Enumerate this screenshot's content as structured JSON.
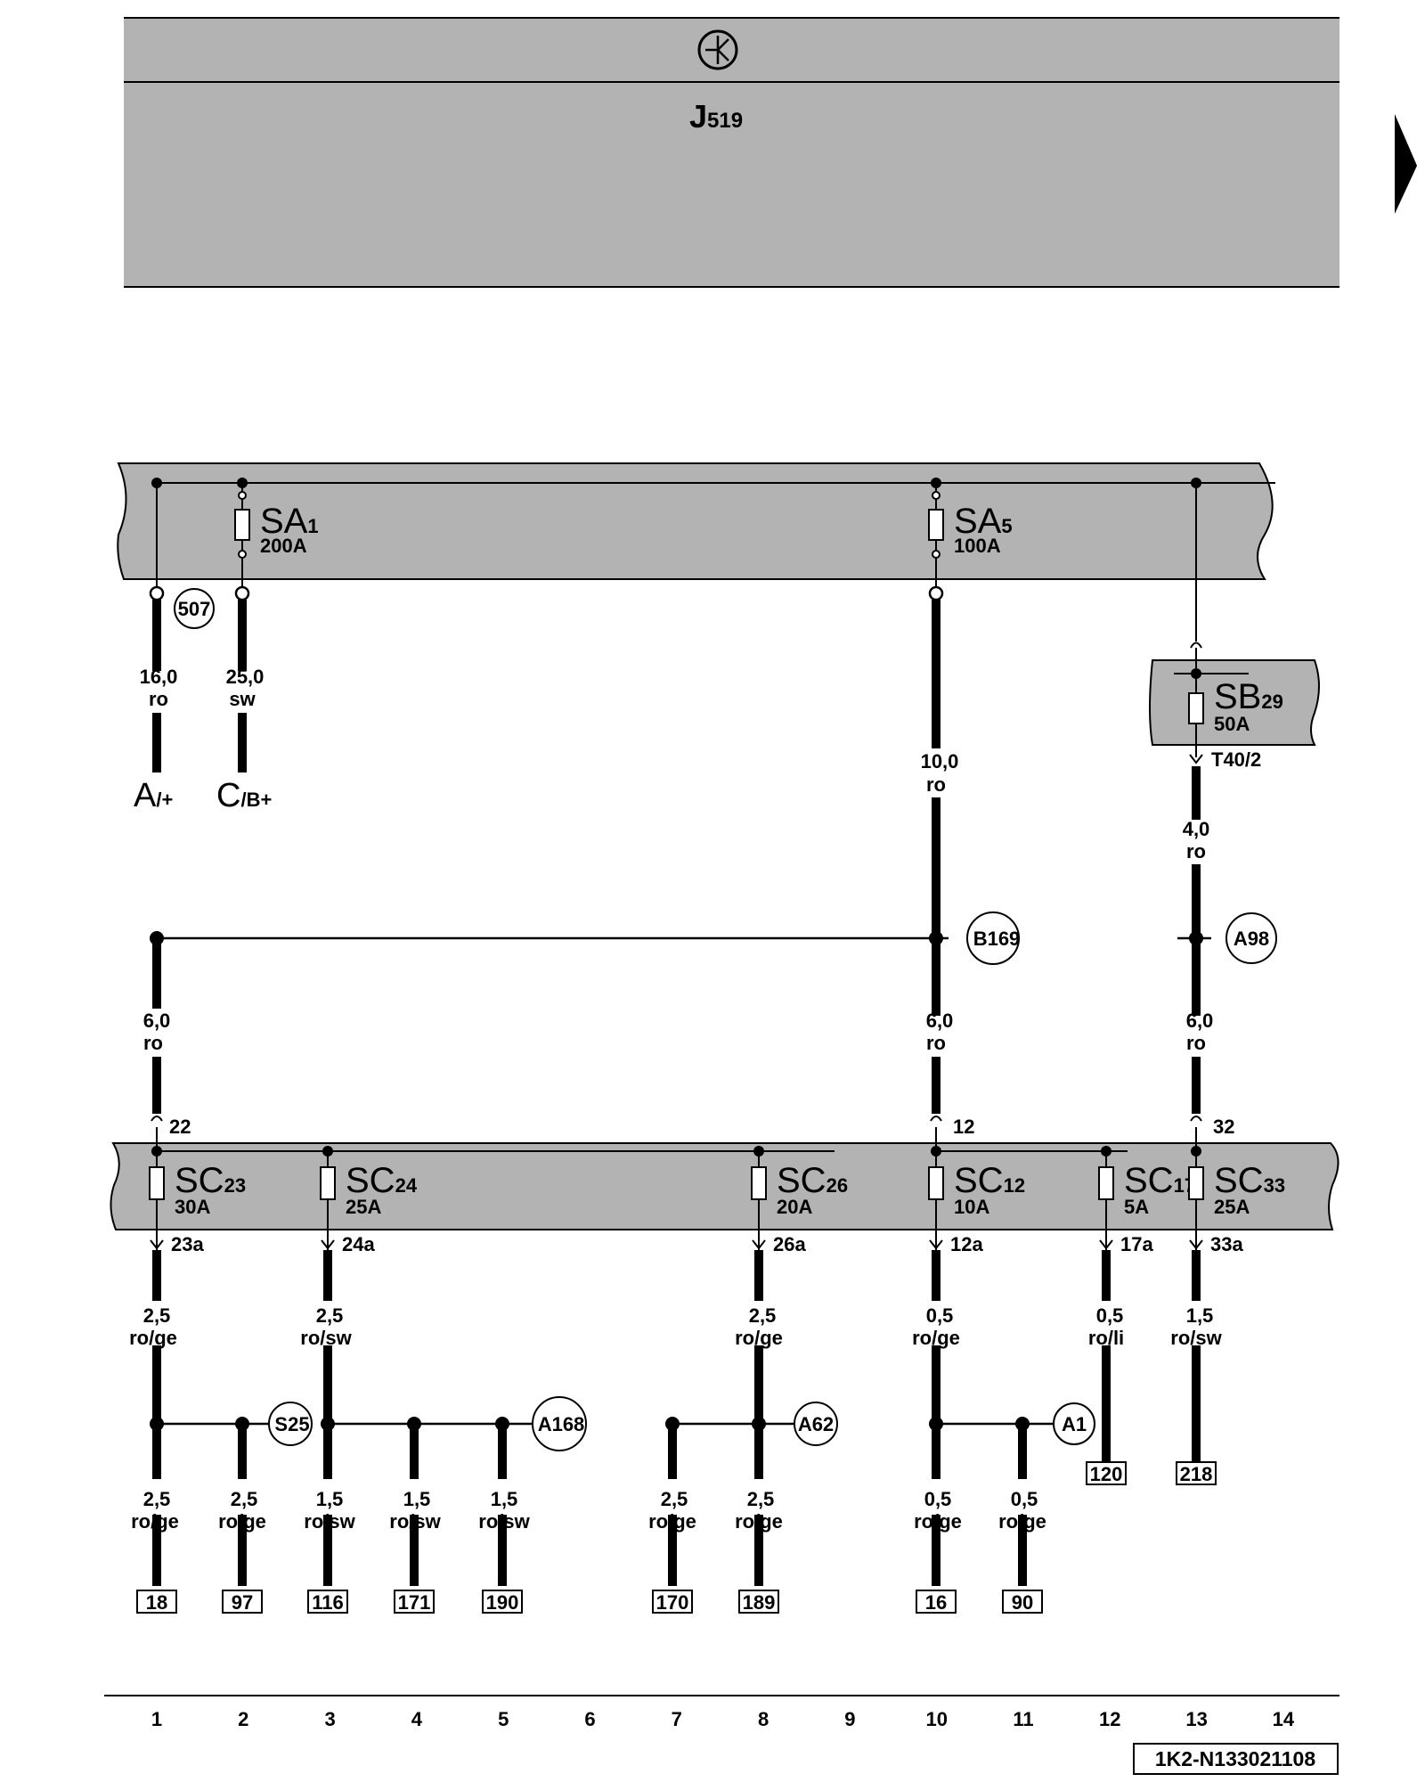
{
  "component": {
    "symbol": "clock-symbol-icon",
    "name_main": "J",
    "name_sub": "519"
  },
  "boxes": {
    "sa": {
      "fuses": [
        {
          "id": "sa1",
          "label": "SA",
          "sub": "1",
          "rating": "200A"
        },
        {
          "id": "sa5",
          "label": "SA",
          "sub": "5",
          "rating": "100A"
        }
      ]
    },
    "sb": {
      "fuse": {
        "id": "sb29",
        "label": "SB",
        "sub": "29",
        "rating": "50A"
      },
      "connector": "T40/2"
    },
    "sc": {
      "fuses": [
        {
          "id": "sc23",
          "label": "SC",
          "sub": "23",
          "rating": "30A",
          "pin_in": "22",
          "pin_out": "23a"
        },
        {
          "id": "sc24",
          "label": "SC",
          "sub": "24",
          "rating": "25A",
          "pin_out": "24a"
        },
        {
          "id": "sc26",
          "label": "SC",
          "sub": "26",
          "rating": "20A",
          "pin_out": "26a"
        },
        {
          "id": "sc12",
          "label": "SC",
          "sub": "12",
          "rating": "10A",
          "pin_in": "12",
          "pin_out": "12a"
        },
        {
          "id": "sc17",
          "label": "SC",
          "sub": "17",
          "rating": "5A",
          "pin_out": "17a"
        },
        {
          "id": "sc33",
          "label": "SC",
          "sub": "33",
          "rating": "25A",
          "pin_in": "32",
          "pin_out": "33a"
        }
      ]
    }
  },
  "terminals": [
    {
      "id": "A",
      "main": "A",
      "sub": "/+"
    },
    {
      "id": "C",
      "main": "C",
      "sub": "/B+"
    }
  ],
  "connection_points": [
    "507",
    "B169",
    "A98",
    "S25",
    "A168",
    "A62",
    "A1"
  ],
  "wires": [
    {
      "id": "w1",
      "size": "16,0",
      "color": "ro"
    },
    {
      "id": "w2",
      "size": "25,0",
      "color": "sw"
    },
    {
      "id": "w3",
      "size": "10,0",
      "color": "ro"
    },
    {
      "id": "w4",
      "size": "4,0",
      "color": "ro"
    },
    {
      "id": "w5",
      "size": "6,0",
      "color": "ro"
    },
    {
      "id": "w6",
      "size": "6,0",
      "color": "ro"
    },
    {
      "id": "w7",
      "size": "6,0",
      "color": "ro"
    },
    {
      "id": "w8",
      "size": "2,5",
      "color": "ro/ge"
    },
    {
      "id": "w9",
      "size": "2,5",
      "color": "ro/sw"
    },
    {
      "id": "w10",
      "size": "2,5",
      "color": "ro/ge"
    },
    {
      "id": "w11",
      "size": "0,5",
      "color": "ro/ge"
    },
    {
      "id": "w12",
      "size": "0,5",
      "color": "ro/li"
    },
    {
      "id": "w13",
      "size": "1,5",
      "color": "ro/sw"
    },
    {
      "id": "w14",
      "size": "2,5",
      "color": "ro/ge"
    },
    {
      "id": "w15",
      "size": "2,5",
      "color": "ro/ge"
    },
    {
      "id": "w16",
      "size": "1,5",
      "color": "ro/sw"
    },
    {
      "id": "w17",
      "size": "1,5",
      "color": "ro/sw"
    },
    {
      "id": "w18",
      "size": "1,5",
      "color": "ro/sw"
    },
    {
      "id": "w19",
      "size": "2,5",
      "color": "ro/ge"
    },
    {
      "id": "w20",
      "size": "2,5",
      "color": "ro/ge"
    },
    {
      "id": "w21",
      "size": "0,5",
      "color": "ro/ge"
    },
    {
      "id": "w22",
      "size": "0,5",
      "color": "ro/ge"
    }
  ],
  "refs": [
    "18",
    "97",
    "116",
    "171",
    "190",
    "170",
    "189",
    "16",
    "90",
    "120",
    "218"
  ],
  "track_numbers": [
    "1",
    "2",
    "3",
    "4",
    "5",
    "6",
    "7",
    "8",
    "9",
    "10",
    "11",
    "12",
    "13",
    "14"
  ],
  "drawing_id": "1K2-N133021108",
  "colors": {
    "box_fill": "#b3b3b3",
    "line": "#000000"
  }
}
